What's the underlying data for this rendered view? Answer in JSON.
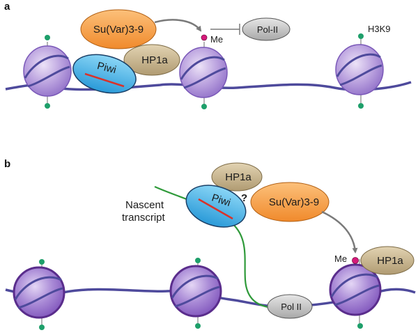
{
  "panel_a": {
    "letter": "a",
    "labels": {
      "suvar": "Su(Var)3-9",
      "hp1a": "HP1a",
      "piwi": "Piwi",
      "me": "Me",
      "pol": "Pol-II",
      "h3k9": "H3K9"
    }
  },
  "panel_b": {
    "letter": "b",
    "labels": {
      "hp1a_top": "HP1a",
      "question": "?",
      "suvar": "Su(Var)3-9",
      "piwi": "Piwi",
      "nascent_line1": "Nascent",
      "nascent_line2": "transcript",
      "me": "Me",
      "hp1a_right": "HP1a",
      "pol": "Pol II"
    }
  },
  "colors": {
    "dna_strand": "#4e4a9c",
    "nucleosome_light": "#d8c8ec",
    "nucleosome_mid": "#a98fd3",
    "nucleosome_dark": "#7a58b8",
    "nucleosome_outline_dark": "#5a2d8c",
    "suvar": "#f7a24d",
    "hp1a": "#c9b690",
    "piwi": "#4fb8e8",
    "pirna": "#d9322a",
    "pol": "#c4c4c4",
    "mark_green": "#1e9f6a",
    "mark_magenta": "#d6197a",
    "rna": "#2f9a3a",
    "arrow": "#7a7a7a"
  }
}
